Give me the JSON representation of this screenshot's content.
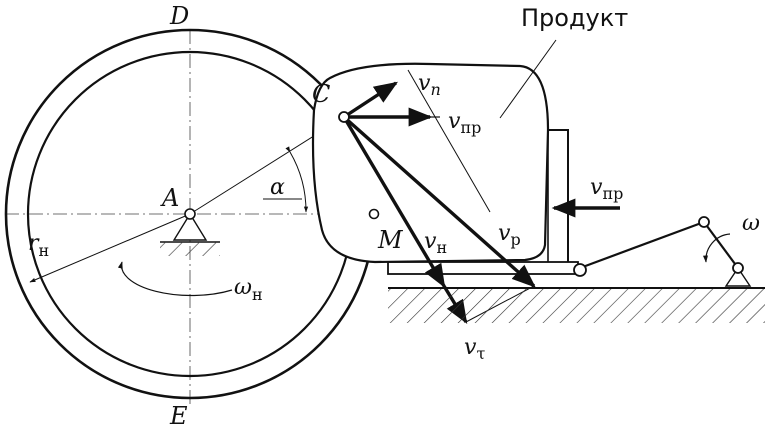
{
  "labels": {
    "D": "D",
    "E": "E",
    "A": "A",
    "C": "C",
    "M": "M",
    "alpha": "α",
    "omega": "ω",
    "product": "Продукт",
    "r": "r",
    "r_sub": "н",
    "omega_n": "ω",
    "omega_n_sub": "н",
    "v": "v",
    "vn_sub": "n",
    "vpr_sub": "пр",
    "vpr2_sub": "пр",
    "vp_sub": "р",
    "vh_sub": "н",
    "vtau_sub": "τ"
  },
  "colors": {
    "ink": "#111111",
    "hatch": "#333333"
  }
}
